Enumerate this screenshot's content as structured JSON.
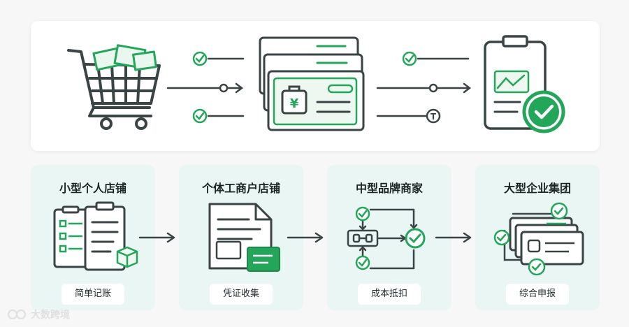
{
  "colors": {
    "green": "#23a65a",
    "dark": "#3a4444",
    "card_bg": "#eaf6f3",
    "panel_bg": "#ffffff"
  },
  "top_flow": {
    "icons": [
      "shopping-cart-icon",
      "check-circle-icon",
      "payment-card-icon",
      "yuan-icon",
      "approved-document-icon",
      "tax-t-icon"
    ]
  },
  "cards": [
    {
      "title": "小型个人店铺",
      "tag": "简单记账",
      "icon": "clipboard-list-icon"
    },
    {
      "title": "个体工商户店铺",
      "tag": "凭证收集",
      "icon": "document-stack-icon"
    },
    {
      "title": "中型品牌商家",
      "tag": "成本抵扣",
      "icon": "process-flow-icon"
    },
    {
      "title": "大型企业集团",
      "tag": "综合申报",
      "icon": "id-cards-cycle-icon"
    }
  ],
  "watermark": {
    "text": "大数跨境"
  }
}
